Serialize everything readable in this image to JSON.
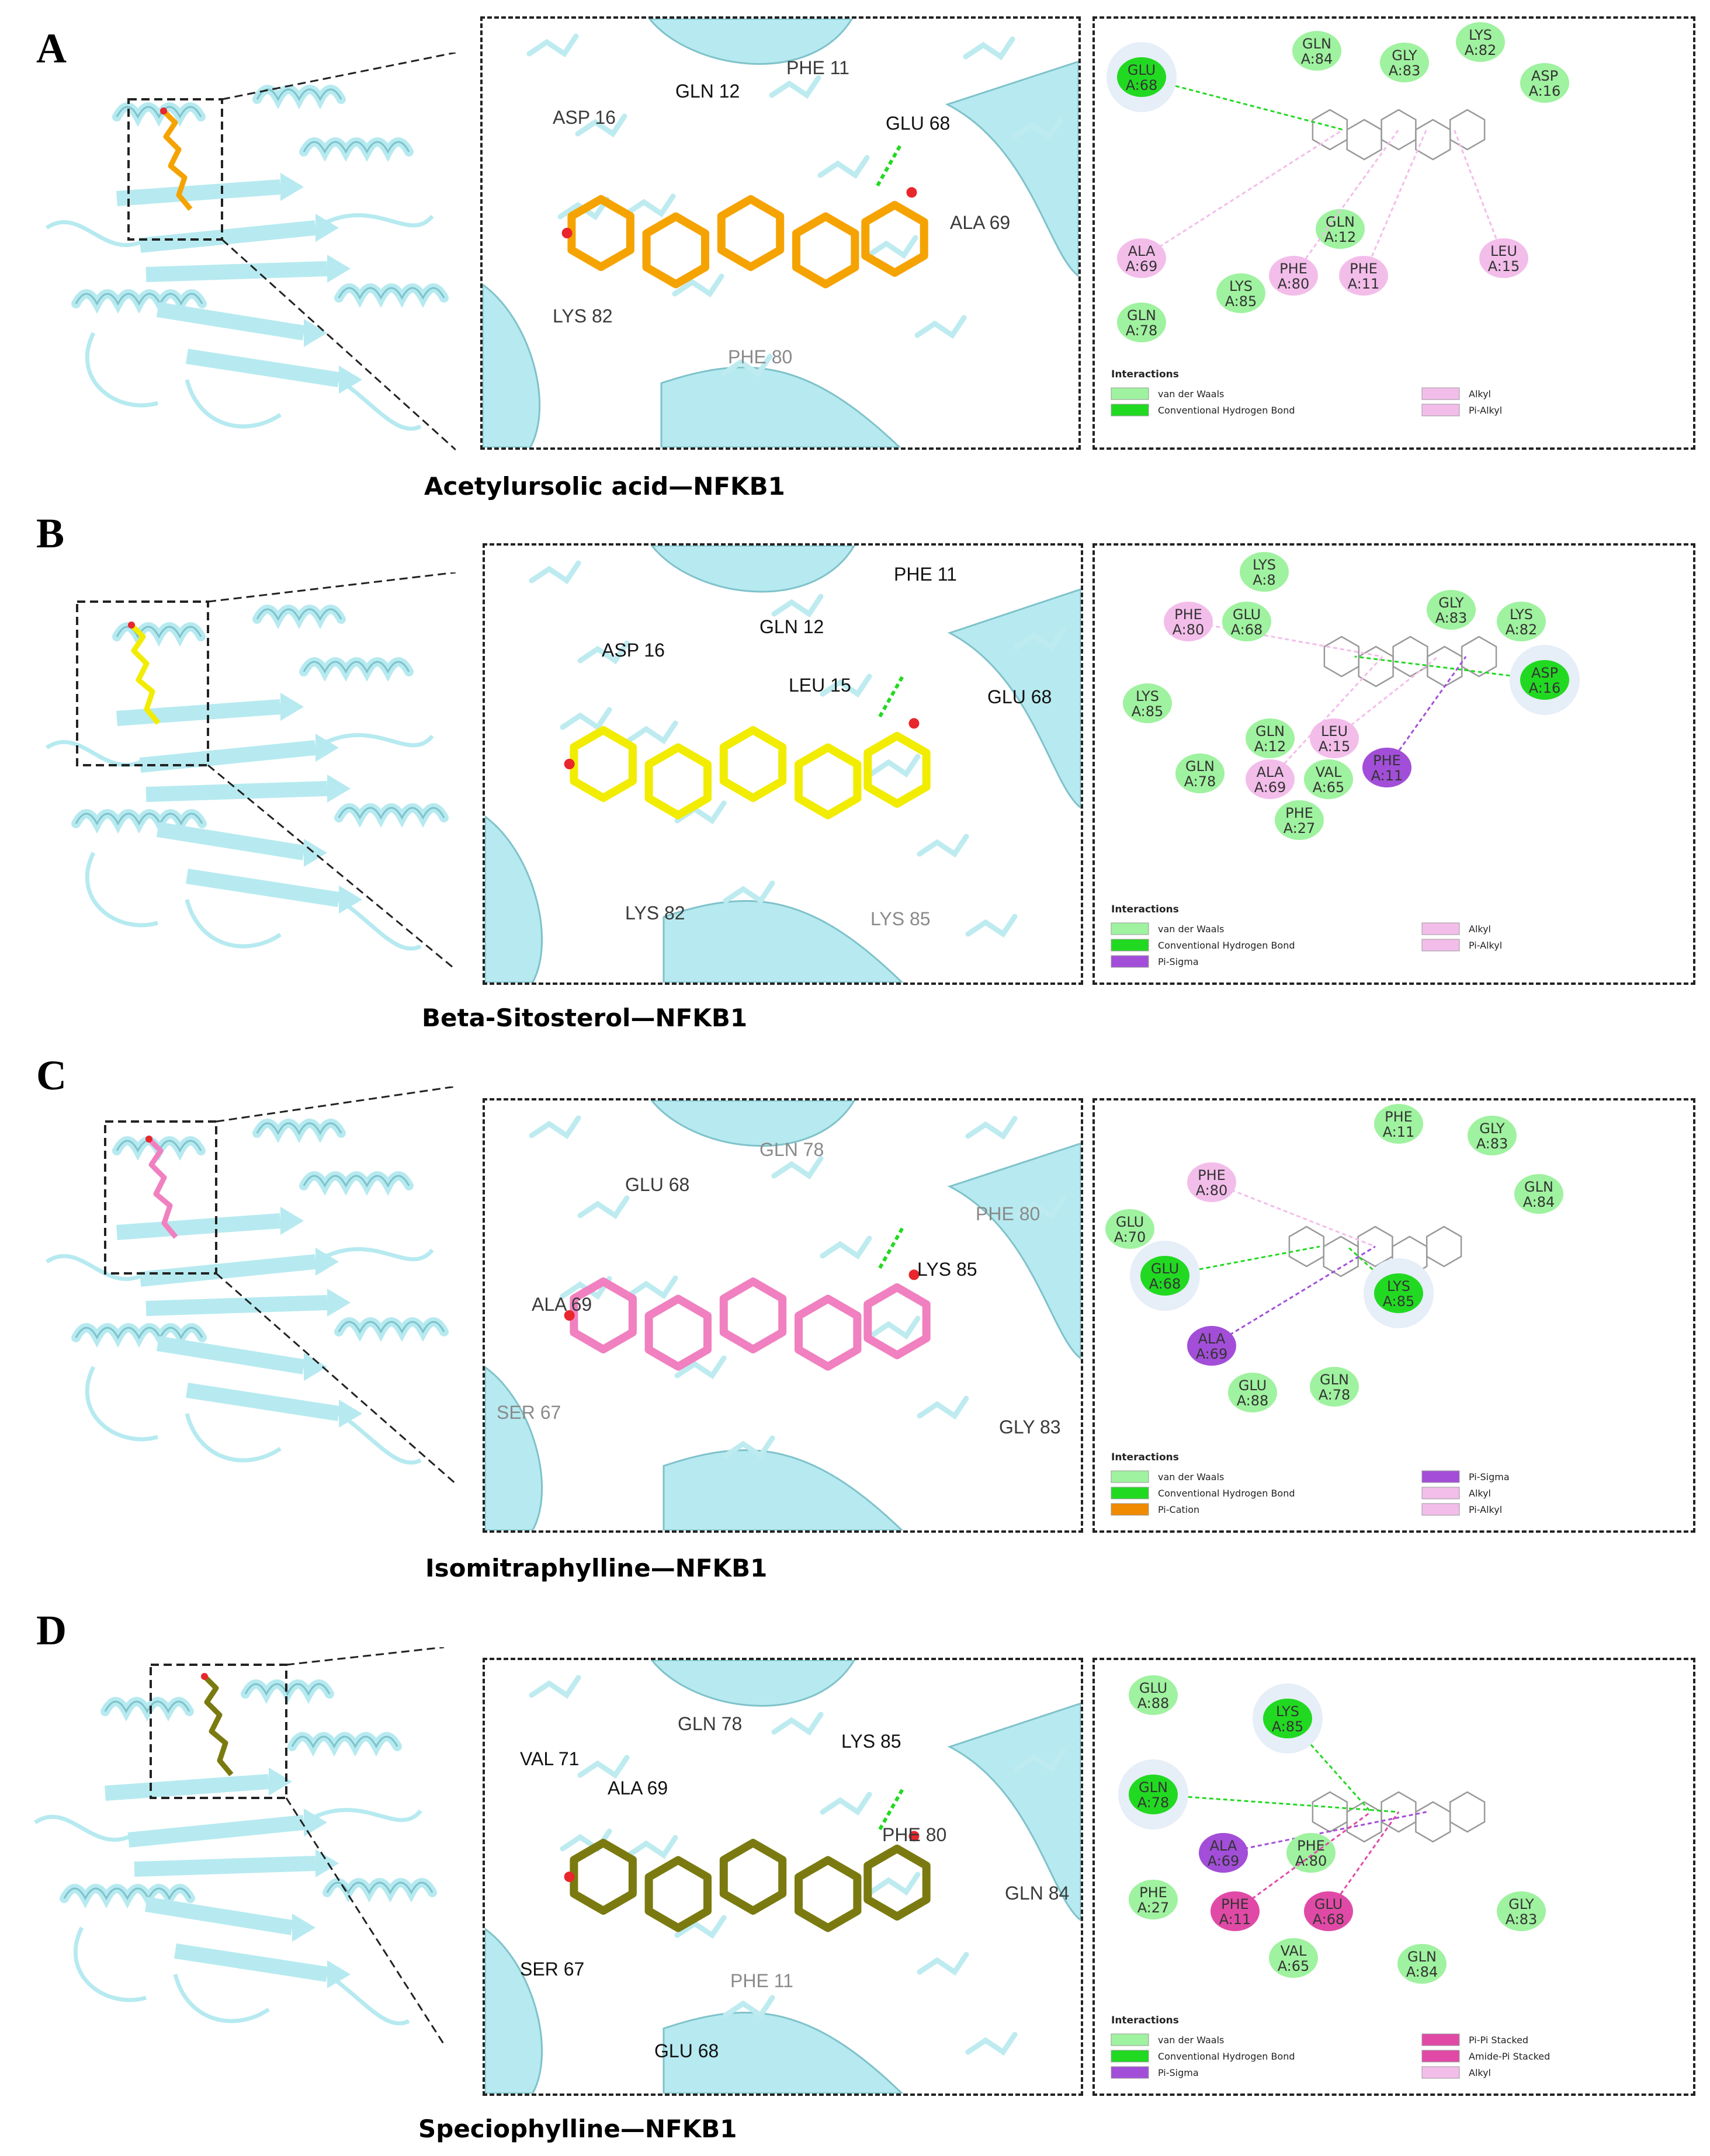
{
  "panels": [
    {
      "letter": "A",
      "caption": "Acetylursolic acid—NFKB1",
      "ligand_color": "#f5a300",
      "residues_3d": [
        "ASP 16",
        "GLN 12",
        "PHE 11",
        "GLU 68",
        "ALA 69",
        "LYS 82",
        "PHE 80"
      ],
      "residues_2d": [
        {
          "label": [
            "GLU",
            "A:68"
          ],
          "type": "Conventional Hydrogen Bond"
        },
        {
          "label": [
            "GLN",
            "A:84"
          ],
          "type": "van der Waals"
        },
        {
          "label": [
            "GLY",
            "A:83"
          ],
          "type": "van der Waals"
        },
        {
          "label": [
            "LYS",
            "A:82"
          ],
          "type": "van der Waals"
        },
        {
          "label": [
            "ASP",
            "A:16"
          ],
          "type": "van der Waals"
        },
        {
          "label": [
            "ALA",
            "A:69"
          ],
          "type": "Alkyl"
        },
        {
          "label": [
            "GLN",
            "A:12"
          ],
          "type": "van der Waals"
        },
        {
          "label": [
            "PHE",
            "A:80"
          ],
          "type": "Pi-Alkyl"
        },
        {
          "label": [
            "PHE",
            "A:11"
          ],
          "type": "Pi-Alkyl"
        },
        {
          "label": [
            "LEU",
            "A:15"
          ],
          "type": "Alkyl"
        },
        {
          "label": [
            "LYS",
            "A:85"
          ],
          "type": "van der Waals"
        },
        {
          "label": [
            "GLN",
            "A:78"
          ],
          "type": "van der Waals"
        }
      ],
      "legend_title": "Interactions",
      "legend": [
        "van der Waals",
        "Conventional Hydrogen Bond",
        "Alkyl",
        "Pi-Alkyl"
      ]
    },
    {
      "letter": "B",
      "caption": "Beta-Sitosterol—NFKB1",
      "ligand_color": "#f2ec00",
      "residues_3d": [
        "PHE 11",
        "GLN 12",
        "ASP 16",
        "LEU 15",
        "GLU 68",
        "LYS 82",
        "LYS 85"
      ],
      "residues_2d": [
        {
          "label": [
            "LYS",
            "A:8"
          ],
          "type": "van der Waals"
        },
        {
          "label": [
            "PHE",
            "A:80"
          ],
          "type": "Pi-Alkyl"
        },
        {
          "label": [
            "GLU",
            "A:68"
          ],
          "type": "van der Waals"
        },
        {
          "label": [
            "GLY",
            "A:83"
          ],
          "type": "van der Waals"
        },
        {
          "label": [
            "LYS",
            "A:82"
          ],
          "type": "van der Waals"
        },
        {
          "label": [
            "ASP",
            "A:16"
          ],
          "type": "Conventional Hydrogen Bond"
        },
        {
          "label": [
            "LYS",
            "A:85"
          ],
          "type": "van der Waals"
        },
        {
          "label": [
            "GLN",
            "A:12"
          ],
          "type": "van der Waals"
        },
        {
          "label": [
            "LEU",
            "A:15"
          ],
          "type": "Alkyl"
        },
        {
          "label": [
            "PHE",
            "A:11"
          ],
          "type": "Pi-Sigma"
        },
        {
          "label": [
            "GLN",
            "A:78"
          ],
          "type": "van der Waals"
        },
        {
          "label": [
            "ALA",
            "A:69"
          ],
          "type": "Alkyl"
        },
        {
          "label": [
            "VAL",
            "A:65"
          ],
          "type": "van der Waals"
        },
        {
          "label": [
            "PHE",
            "A:27"
          ],
          "type": "van der Waals"
        }
      ],
      "legend_title": "Interactions",
      "legend": [
        "van der Waals",
        "Conventional Hydrogen Bond",
        "Pi-Sigma",
        "Alkyl",
        "Pi-Alkyl"
      ]
    },
    {
      "letter": "C",
      "caption": "Isomitraphylline—NFKB1",
      "ligand_color": "#f080c0",
      "residues_3d": [
        "GLU 68",
        "GLN 78",
        "LYS 85",
        "PHE 80",
        "ALA 69",
        "SER 67",
        "GLY 83"
      ],
      "residues_2d": [
        {
          "label": [
            "PHE",
            "A:11"
          ],
          "type": "van der Waals"
        },
        {
          "label": [
            "GLY",
            "A:83"
          ],
          "type": "van der Waals"
        },
        {
          "label": [
            "PHE",
            "A:80"
          ],
          "type": "Pi-Alkyl"
        },
        {
          "label": [
            "GLN",
            "A:84"
          ],
          "type": "van der Waals"
        },
        {
          "label": [
            "GLU",
            "A:70"
          ],
          "type": "van der Waals"
        },
        {
          "label": [
            "GLU",
            "A:68"
          ],
          "type": "Conventional Hydrogen Bond"
        },
        {
          "label": [
            "LYS",
            "A:85"
          ],
          "type": "Conventional Hydrogen Bond"
        },
        {
          "label": [
            "ALA",
            "A:69"
          ],
          "type": "Pi-Sigma"
        },
        {
          "label": [
            "GLU",
            "A:88"
          ],
          "type": "van der Waals"
        },
        {
          "label": [
            "GLN",
            "A:78"
          ],
          "type": "van der Waals"
        }
      ],
      "legend_title": "Interactions",
      "legend": [
        "van der Waals",
        "Conventional Hydrogen Bond",
        "Pi-Cation",
        "Pi-Sigma",
        "Alkyl",
        "Pi-Alkyl"
      ]
    },
    {
      "letter": "D",
      "caption": "Speciophylline—NFKB1",
      "ligand_color": "#7a7a10",
      "residues_3d": [
        "GLN 78",
        "VAL 71",
        "LYS 85",
        "ALA 69",
        "PHE 80",
        "GLN 84",
        "SER 67",
        "PHE 11",
        "GLU 68"
      ],
      "residues_2d": [
        {
          "label": [
            "GLU",
            "A:88"
          ],
          "type": "van der Waals"
        },
        {
          "label": [
            "LYS",
            "A:85"
          ],
          "type": "Conventional Hydrogen Bond"
        },
        {
          "label": [
            "GLN",
            "A:78"
          ],
          "type": "Conventional Hydrogen Bond"
        },
        {
          "label": [
            "ALA",
            "A:69"
          ],
          "type": "Pi-Sigma"
        },
        {
          "label": [
            "PHE",
            "A:80"
          ],
          "type": "van der Waals"
        },
        {
          "label": [
            "PHE",
            "A:27"
          ],
          "type": "van der Waals"
        },
        {
          "label": [
            "PHE",
            "A:11"
          ],
          "type": "Pi-Pi Stacked"
        },
        {
          "label": [
            "GLU",
            "A:68"
          ],
          "type": "Amide-Pi Stacked"
        },
        {
          "label": [
            "GLY",
            "A:83"
          ],
          "type": "van der Waals"
        },
        {
          "label": [
            "VAL",
            "A:65"
          ],
          "type": "van der Waals"
        },
        {
          "label": [
            "GLN",
            "A:84"
          ],
          "type": "van der Waals"
        }
      ],
      "legend_title": "Interactions",
      "legend": [
        "van der Waals",
        "Conventional Hydrogen Bond",
        "Pi-Sigma",
        "Pi-Pi Stacked",
        "Amide-Pi Stacked",
        "Alkyl"
      ]
    }
  ],
  "interaction_colors": {
    "van der Waals": "#9ff29f",
    "Conventional Hydrogen Bond": "#22d922",
    "Pi-Sigma": "#a24ed8",
    "Pi-Cation": "#f08a00",
    "Alkyl": "#f3bdea",
    "Pi-Alkyl": "#f3bdea",
    "Pi-Pi Stacked": "#e04aa6",
    "Amide-Pi Stacked": "#e04aa6"
  },
  "protein_color": "#b6eaf0"
}
